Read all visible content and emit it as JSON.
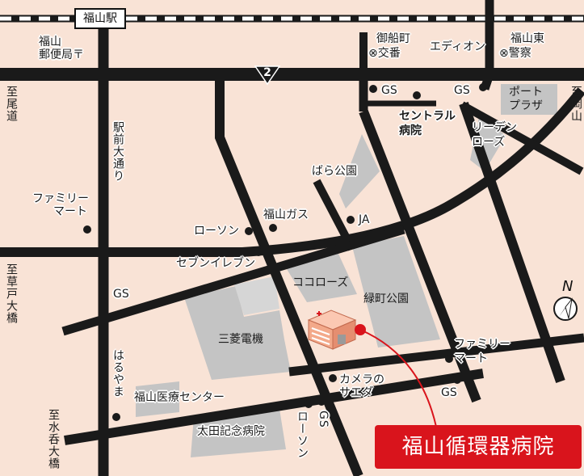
{
  "station": "福山駅",
  "route_number": "2",
  "destination": "福山循環器病院",
  "compass": "N",
  "labels": {
    "fukuyama_post": "福山",
    "fukuyama_post2": "郵便局〒",
    "misenmachi": "御船町",
    "misenmachi2": "⊗交番",
    "edion": "エディオン",
    "fukuyama_higashi": "福山東",
    "fukuyama_higashi2": "⊗警察",
    "port_plaza": "ポート",
    "port_plaza2": "プラザ",
    "gs_north_1": "GS",
    "gs_north_2": "GS",
    "central_hospital": "セントラル",
    "central_hospital2": "病院",
    "ekimae_odori": "駅前大通り",
    "liden_rose": "リーデン",
    "liden_rose2": "ローズ",
    "bara_park": "ばら公園",
    "family_mart_w": "ファミリー",
    "family_mart_w2": "マート",
    "lawson_n": "ローソン",
    "fukuyama_gas": "福山ガス",
    "ja": "JA",
    "seven_eleven": "セブンイレブン",
    "cocoroz": "ココローズ",
    "midorimachi_park": "緑町公園",
    "gs_west": "GS",
    "mitsubishi": "三菱電機",
    "family_mart_e": "ファミリー",
    "family_mart_e2": "マート",
    "camera_saeda": "カメラの",
    "camera_saeda2": "サエダ",
    "gs_east": "GS",
    "haruyama": "はるやま",
    "fukuyama_medical": "福山医療センター",
    "lawson_s": "ローソン",
    "gs_south": "GS",
    "ota_hospital": "太田記念病院",
    "to_onomichi": "至尾道",
    "to_okayama": "至岡山",
    "to_kusado": "至草戸大橋",
    "to_mizunomi": "至水呑大橋"
  },
  "colors": {
    "background": "#f9e3d6",
    "road": "#1a1a1a",
    "park": "#c4c4c4",
    "railway": "#1a1a1a",
    "accent": "#d9141c",
    "hospital_building": "#f3a98a"
  }
}
